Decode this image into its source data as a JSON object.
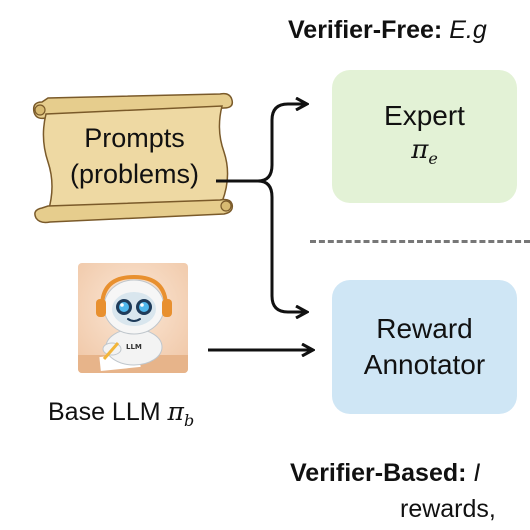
{
  "header_top": {
    "bold": "Verifier-Free:",
    "italic": "E.g"
  },
  "header_bottom": {
    "bold": "Verifier-Based:",
    "italic": "I"
  },
  "header_bottom_sub": "rewards,",
  "scroll": {
    "line1": "Prompts",
    "line2": "(problems)"
  },
  "expert_box": {
    "label": "Expert",
    "symbol": "π",
    "subscript": "e"
  },
  "reward_box": {
    "line1": "Reward",
    "line2": "Annotator"
  },
  "robot": {
    "badge": "LLM"
  },
  "base_llm": {
    "label": "Base LLM",
    "symbol": "π",
    "subscript": "b"
  },
  "colors": {
    "expert_fill": "#e3f2d6",
    "reward_fill": "#cfe6f5",
    "scroll_fill": "#eed9a3",
    "arrow": "#111111",
    "divider": "#777777"
  }
}
